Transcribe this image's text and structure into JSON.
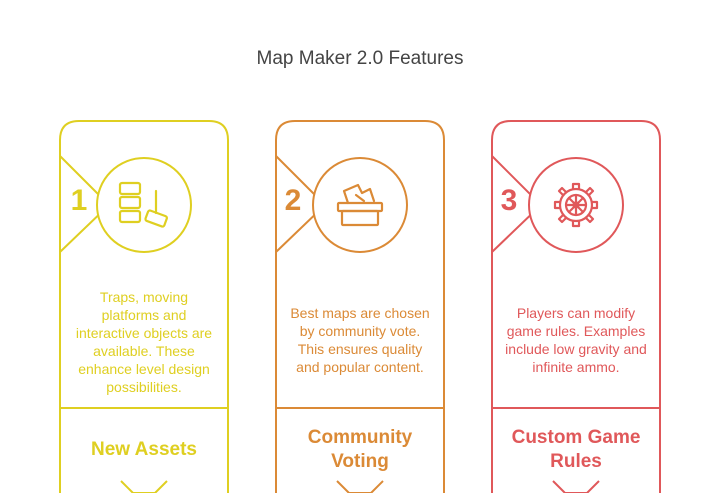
{
  "title": "Map Maker 2.0 Features",
  "cards": [
    {
      "number": "1",
      "description": "Traps, moving platforms and interactive objects are available. These enhance level design possibilities.",
      "label": "New Assets",
      "color": "#dfcf21",
      "icon": "blocks-and-hammer-icon"
    },
    {
      "number": "2",
      "description": "Best maps are chosen by community vote. This ensures quality and popular content.",
      "label": "Community Voting",
      "color": "#db8a36",
      "icon": "ballot-box-icon"
    },
    {
      "number": "3",
      "description": "Players can modify game rules. Examples include low gravity and infinite ammo.",
      "label": "Custom Game Rules",
      "color": "#e0585a",
      "icon": "gear-icon"
    }
  ]
}
